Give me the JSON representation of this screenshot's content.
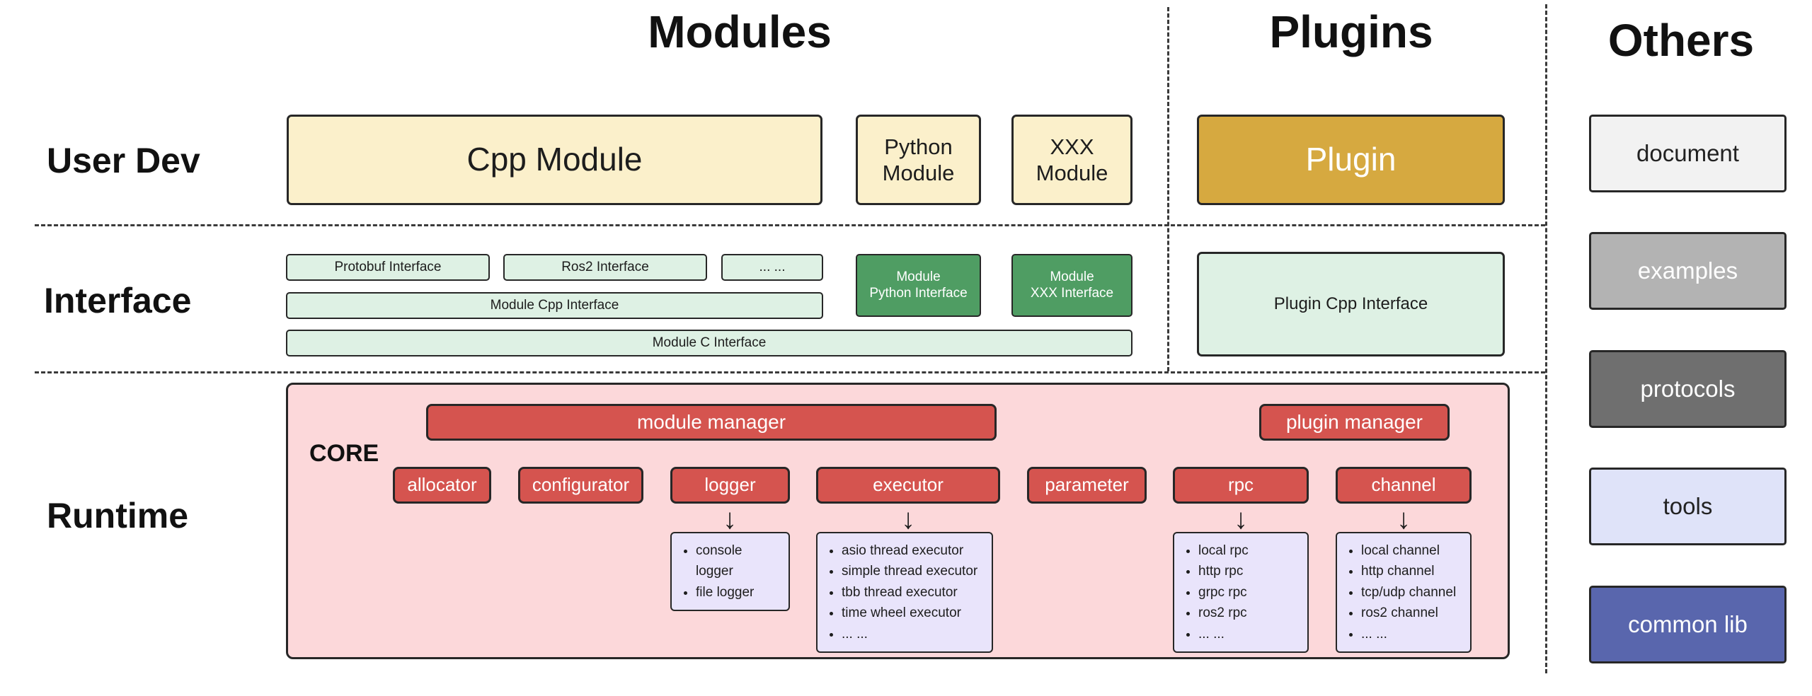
{
  "headers": {
    "modules": "Modules",
    "plugins": "Plugins",
    "others": "Others"
  },
  "row_labels": {
    "user_dev": "User Dev",
    "interface": "Interface",
    "runtime": "Runtime"
  },
  "user_dev": {
    "cpp_module": "Cpp Module",
    "python_module": "Python\nModule",
    "xxx_module": "XXX\nModule",
    "plugin": "Plugin"
  },
  "interface": {
    "protobuf": "Protobuf Interface",
    "ros2": "Ros2 Interface",
    "ellipsis": "... ...",
    "module_cpp": "Module Cpp Interface",
    "module_c": "Module C Interface",
    "module_python": "Module\nPython Interface",
    "module_xxx": "Module\nXXX Interface",
    "plugin_cpp": "Plugin Cpp Interface"
  },
  "runtime": {
    "core": "CORE",
    "module_manager": "module manager",
    "plugin_manager": "plugin manager",
    "components": [
      "allocator",
      "configurator",
      "logger",
      "executor",
      "parameter",
      "rpc",
      "channel"
    ],
    "logger_impls": [
      "console logger",
      "file logger"
    ],
    "executor_impls": [
      "asio thread executor",
      "simple thread executor",
      "tbb thread executor",
      "time wheel executor",
      "... ..."
    ],
    "rpc_impls": [
      "local rpc",
      "http rpc",
      "grpc rpc",
      "ros2 rpc",
      "... ..."
    ],
    "channel_impls": [
      "local channel",
      "http channel",
      "tcp/udp channel",
      "ros2 channel",
      "... ..."
    ]
  },
  "others": {
    "items": [
      {
        "label": "document",
        "bg": "#f2f2f2",
        "fg": "#222222"
      },
      {
        "label": "examples",
        "bg": "#b3b3b3",
        "fg": "#ffffff"
      },
      {
        "label": "protocols",
        "bg": "#6f6f6f",
        "fg": "#ffffff"
      },
      {
        "label": "tools",
        "bg": "#dfe3f9",
        "fg": "#222222"
      },
      {
        "label": "common lib",
        "bg": "#5966ad",
        "fg": "#ffffff"
      }
    ]
  },
  "icons": {
    "down_arrow": "↓"
  },
  "colors": {
    "cream": "#fbf0cb",
    "gold": "#d6a940",
    "light_green": "#def1e4",
    "dark_green": "#4f9d63",
    "core_pink": "#fcd8da",
    "red": "#d5544f",
    "lavender": "#e9e4fb",
    "border": "#272727"
  }
}
